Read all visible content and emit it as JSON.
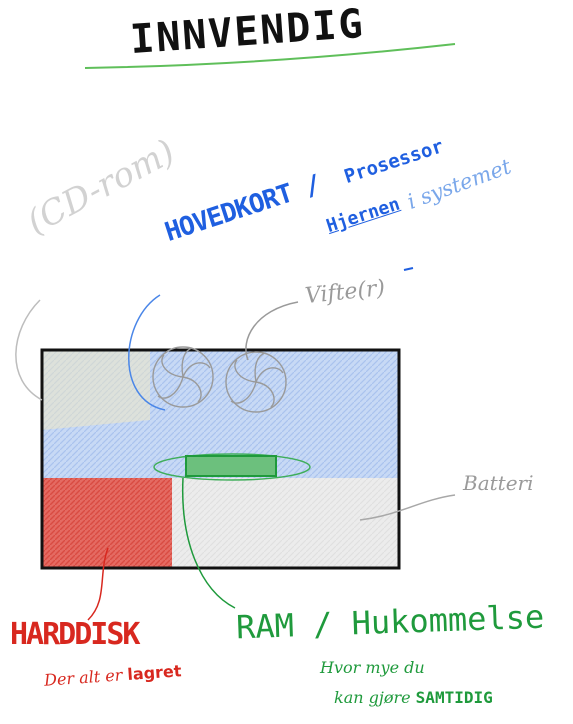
{
  "title": "INNVENDIG",
  "labels": {
    "hovedkort": "HOVEDKORT /",
    "prosessor": "Prosessor",
    "hjernen": "Hjernen",
    "i_systemet": "i systemet",
    "cd_rom": "(CD-rom)",
    "vifte": "Vifte(r)",
    "batteri": "Batteri",
    "harddisk": "HARDDISK",
    "harddisk_desc_prefix": "Der alt er",
    "harddisk_desc_emph": "lagret",
    "ram": "RAM / Hukommelse",
    "ram_desc_line1": "Hvor mye du",
    "ram_desc_line2_prefix": "kan gjøre",
    "ram_desc_line2_emph": "SAMTIDIG"
  },
  "colors": {
    "blue": "#1f5fe0",
    "light_blue": "#7aa7ea",
    "green": "#1f9a3c",
    "red": "#d8281f",
    "gray": "#9a9a9a",
    "light_gray": "#d2d2d2",
    "title_underline": "#5fbf5a"
  }
}
